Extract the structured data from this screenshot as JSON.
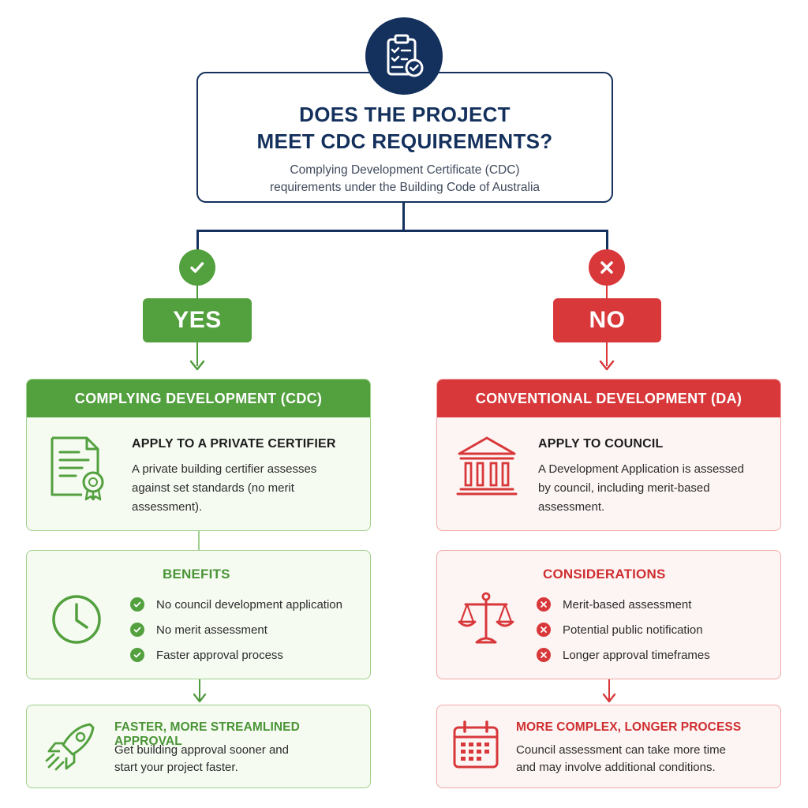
{
  "question": {
    "title_lines": [
      "DOES THE PROJECT",
      "MEET CDC REQUIREMENTS?"
    ],
    "subtitle_lines": [
      "Complying Development Certificate (CDC)",
      "requirements under the Building Code of Australia"
    ],
    "icon": "clipboard-check-icon"
  },
  "yes_branch": {
    "label": "YES",
    "marker_icon": "check-icon",
    "color": "#53a03f",
    "header": "COMPLYING DEVELOPMENT (CDC)",
    "apply": {
      "icon": "certificate-icon",
      "title": "APPLY TO A PRIVATE CERTIFIER",
      "text_lines": [
        "A private building certifier assesses",
        "against set standards (no merit",
        "assessment)."
      ]
    },
    "list": {
      "icon": "clock-icon",
      "title": "BENEFITS",
      "items": [
        "No council development application",
        "No merit assessment",
        "Faster approval process"
      ]
    },
    "result": {
      "icon": "rocket-icon",
      "title": "FASTER, MORE STREAMLINED APPROVAL",
      "text_lines": [
        "Get building approval sooner and",
        "start your project faster."
      ]
    }
  },
  "no_branch": {
    "label": "NO",
    "marker_icon": "cross-icon",
    "color": "#d8383a",
    "header": "CONVENTIONAL DEVELOPMENT (DA)",
    "apply": {
      "icon": "council-building-icon",
      "title": "APPLY TO COUNCIL",
      "text_lines": [
        "A Development Application is assessed",
        "by council, including merit-based",
        "assessment."
      ]
    },
    "list": {
      "icon": "scales-icon",
      "title": "CONSIDERATIONS",
      "items": [
        "Merit-based assessment",
        "Potential public notification",
        "Longer approval timeframes"
      ]
    },
    "result": {
      "icon": "calendar-icon",
      "title": "MORE COMPLEX, LONGER PROCESS",
      "text_lines": [
        "Council assessment can take more time",
        "and may involve additional conditions."
      ]
    }
  }
}
